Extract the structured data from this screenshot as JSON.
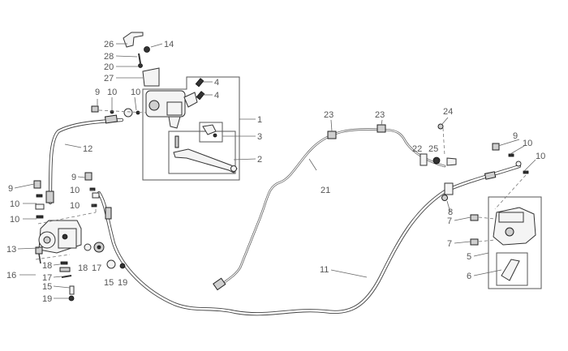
{
  "diagram": {
    "title": "Brake system / ABS exploded parts diagram",
    "labels": [
      {
        "id": "l26",
        "text": "26"
      },
      {
        "id": "l14",
        "text": "14"
      },
      {
        "id": "l28",
        "text": "28"
      },
      {
        "id": "l20",
        "text": "20"
      },
      {
        "id": "l27",
        "text": "27"
      },
      {
        "id": "l4a",
        "text": "4"
      },
      {
        "id": "l4b",
        "text": "4"
      },
      {
        "id": "l9a",
        "text": "9"
      },
      {
        "id": "l10a",
        "text": "10"
      },
      {
        "id": "l10b",
        "text": "10"
      },
      {
        "id": "l1",
        "text": "1"
      },
      {
        "id": "l3",
        "text": "3"
      },
      {
        "id": "l2",
        "text": "2"
      },
      {
        "id": "l12",
        "text": "12"
      },
      {
        "id": "l9b",
        "text": "9"
      },
      {
        "id": "l10c",
        "text": "10"
      },
      {
        "id": "l10d",
        "text": "10"
      },
      {
        "id": "l9c",
        "text": "9"
      },
      {
        "id": "l10e",
        "text": "10"
      },
      {
        "id": "l10f",
        "text": "10"
      },
      {
        "id": "l13",
        "text": "13"
      },
      {
        "id": "l16",
        "text": "16"
      },
      {
        "id": "l18a",
        "text": "18"
      },
      {
        "id": "l17a",
        "text": "17"
      },
      {
        "id": "l15a",
        "text": "15"
      },
      {
        "id": "l19a",
        "text": "19"
      },
      {
        "id": "l18b",
        "text": "18"
      },
      {
        "id": "l17b",
        "text": "17"
      },
      {
        "id": "l15b",
        "text": "15"
      },
      {
        "id": "l19b",
        "text": "19"
      },
      {
        "id": "l23a",
        "text": "23"
      },
      {
        "id": "l23b",
        "text": "23"
      },
      {
        "id": "l24",
        "text": "24"
      },
      {
        "id": "l22",
        "text": "22"
      },
      {
        "id": "l25",
        "text": "25"
      },
      {
        "id": "l21",
        "text": "21"
      },
      {
        "id": "l9d",
        "text": "9"
      },
      {
        "id": "l10g",
        "text": "10"
      },
      {
        "id": "l10h",
        "text": "10"
      },
      {
        "id": "l8",
        "text": "8"
      },
      {
        "id": "l7a",
        "text": "7"
      },
      {
        "id": "l7b",
        "text": "7"
      },
      {
        "id": "l5",
        "text": "5"
      },
      {
        "id": "l6",
        "text": "6"
      },
      {
        "id": "l11",
        "text": "11"
      }
    ]
  }
}
